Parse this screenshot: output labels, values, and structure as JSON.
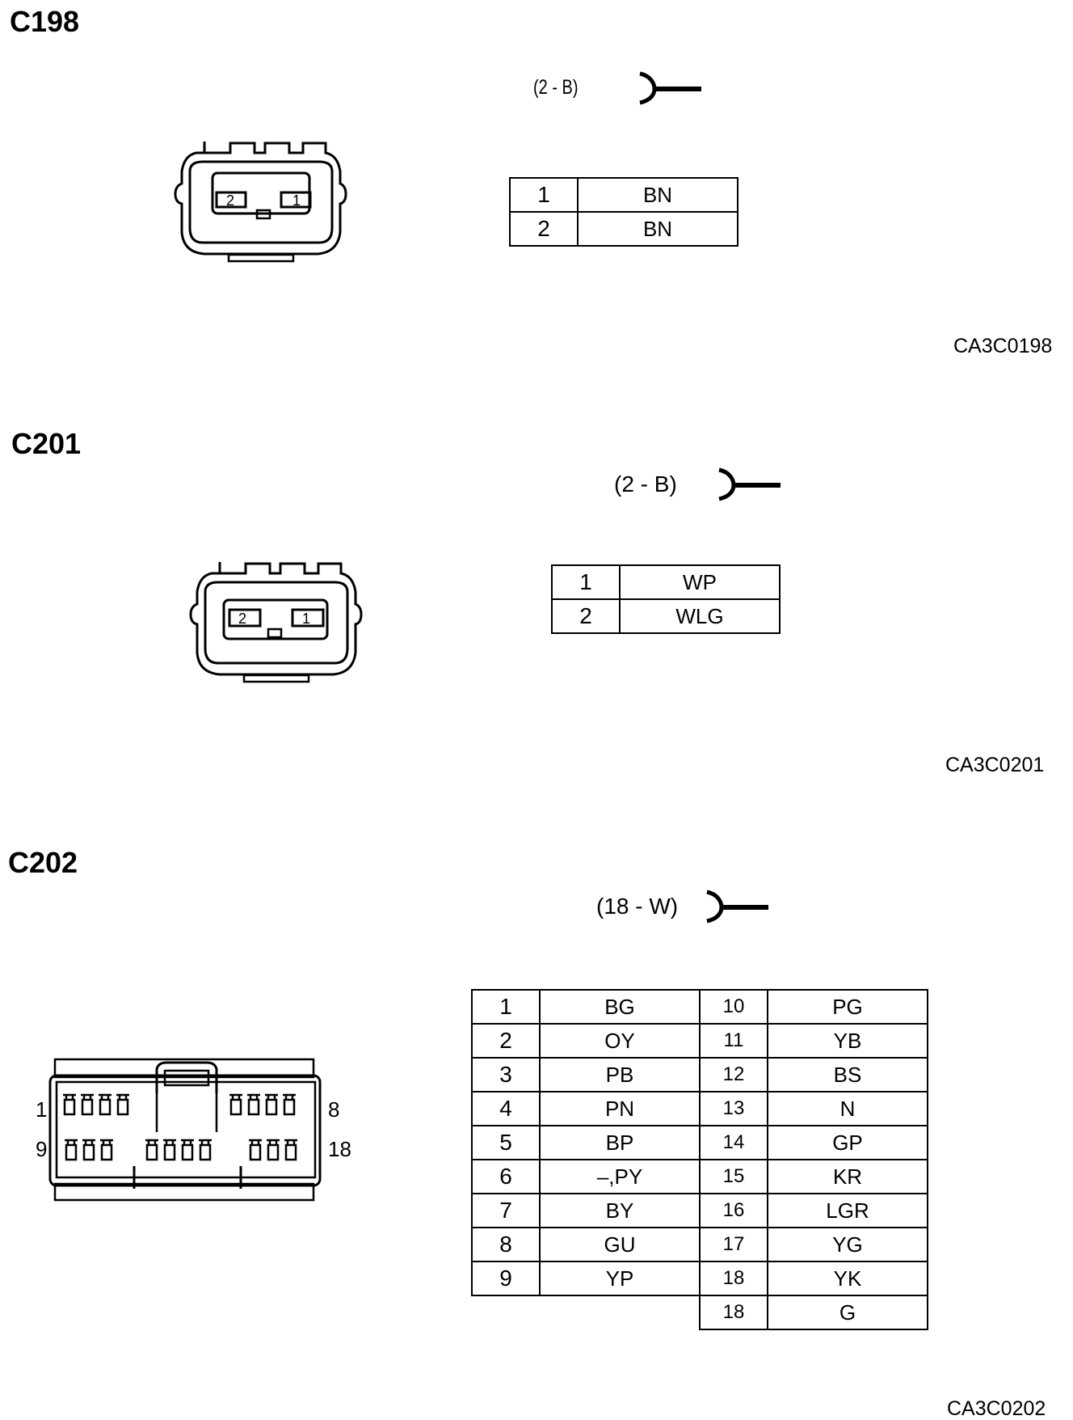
{
  "connectors": [
    {
      "id": "C198",
      "spec": "(2 - B)",
      "code": "CA3C0198",
      "pins": [
        {
          "pin": "1",
          "color": "BN"
        },
        {
          "pin": "2",
          "color": "BN"
        }
      ],
      "face_labels": [
        "2",
        "1"
      ]
    },
    {
      "id": "C201",
      "spec": "(2 - B)",
      "code": "CA3C0201",
      "pins": [
        {
          "pin": "1",
          "color": "WP"
        },
        {
          "pin": "2",
          "color": "WLG"
        }
      ],
      "face_labels": [
        "2",
        "1"
      ]
    },
    {
      "id": "C202",
      "spec": "(18 - W)",
      "code": "CA3C0202",
      "pins_left": [
        {
          "pin": "1",
          "color": "BG"
        },
        {
          "pin": "2",
          "color": "OY"
        },
        {
          "pin": "3",
          "color": "PB"
        },
        {
          "pin": "4",
          "color": "PN"
        },
        {
          "pin": "5",
          "color": "BP"
        },
        {
          "pin": "6",
          "color": "–,PY"
        },
        {
          "pin": "7",
          "color": "BY"
        },
        {
          "pin": "8",
          "color": "GU"
        },
        {
          "pin": "9",
          "color": "YP"
        }
      ],
      "pins_right": [
        {
          "pin": "10",
          "color": "PG"
        },
        {
          "pin": "11",
          "color": "YB"
        },
        {
          "pin": "12",
          "color": "BS"
        },
        {
          "pin": "13",
          "color": "N"
        },
        {
          "pin": "14",
          "color": "GP"
        },
        {
          "pin": "15",
          "color": "KR"
        },
        {
          "pin": "16",
          "color": "LGR"
        },
        {
          "pin": "17",
          "color": "YG"
        },
        {
          "pin": "18",
          "color": "YK"
        },
        {
          "pin": "18",
          "color": "G"
        }
      ],
      "face_labels": [
        "1",
        "8",
        "9",
        "18"
      ]
    }
  ]
}
